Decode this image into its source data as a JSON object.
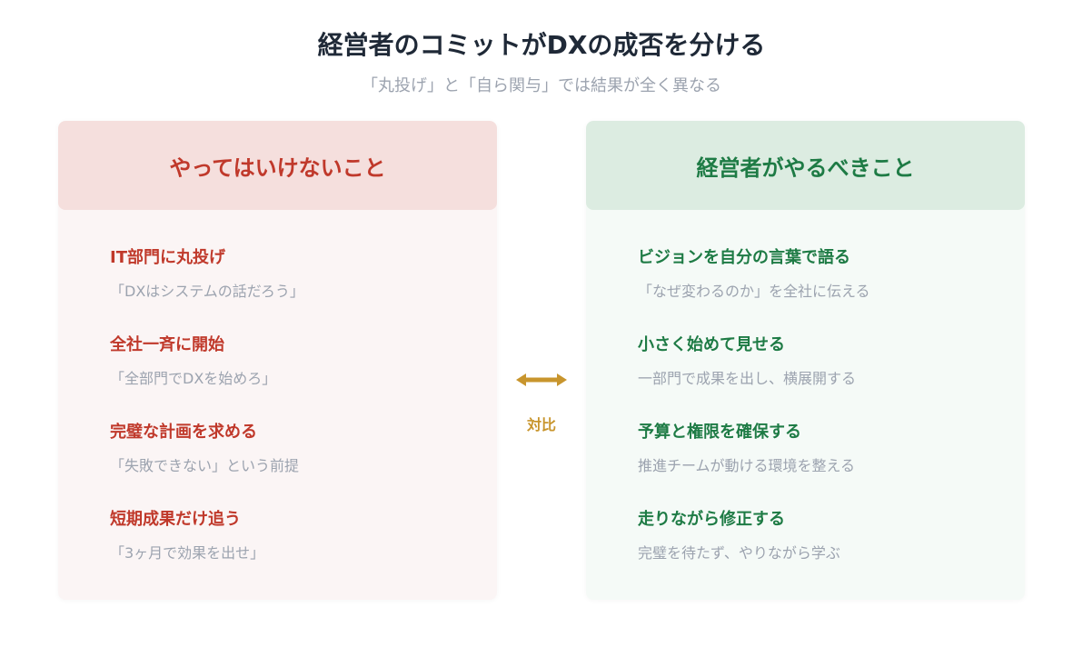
{
  "title": "経営者のコミットがDXの成否を分ける",
  "subtitle": "「丸投げ」と「自ら関与」では結果が全く異なる",
  "left": {
    "heading": "やってはいけないこと",
    "items": [
      {
        "title": "IT部門に丸投げ",
        "sub": "「DXはシステムの話だろう」"
      },
      {
        "title": "全社一斉に開始",
        "sub": "「全部門でDXを始めろ」"
      },
      {
        "title": "完璧な計画を求める",
        "sub": "「失敗できない」という前提"
      },
      {
        "title": "短期成果だけ追う",
        "sub": "「3ヶ月で効果を出せ」"
      }
    ]
  },
  "right": {
    "heading": "経営者がやるべきこと",
    "items": [
      {
        "title": "ビジョンを自分の言葉で語る",
        "sub": "「なぜ変わるのか」を全社に伝える"
      },
      {
        "title": "小さく始めて見せる",
        "sub": "一部門で成果を出し、横展開する"
      },
      {
        "title": "予算と権限を確保する",
        "sub": "推進チームが動ける環境を整える"
      },
      {
        "title": "走りながら修正する",
        "sub": "完璧を待たず、やりながら学ぶ"
      }
    ]
  },
  "center": {
    "label": "対比",
    "icon": "double-arrow-icon",
    "color": "#c8952d"
  }
}
